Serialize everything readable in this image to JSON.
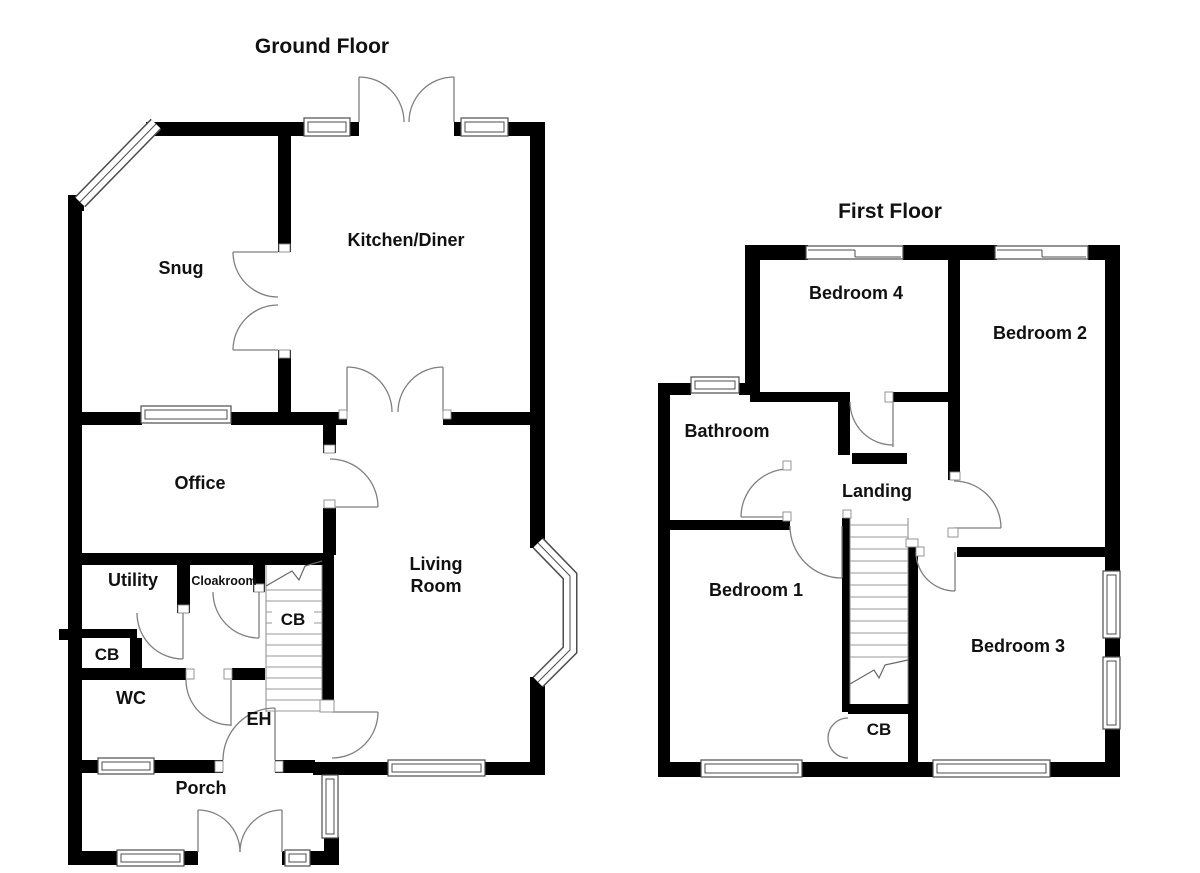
{
  "document": {
    "background_color": "#ffffff",
    "wall_color": "#000000",
    "door_line_color": "#7f7f7f",
    "window_line_color": "#4d4d4d"
  },
  "ground_floor": {
    "title": "Ground Floor",
    "rooms": {
      "snug": "Snug",
      "kitchen_diner": "Kitchen/Diner",
      "office": "Office",
      "living_room_line1": "Living",
      "living_room_line2": "Room",
      "utility": "Utility",
      "cloakroom": "Cloakroom",
      "cb_closet": "CB",
      "cb_stairs": "CB",
      "wc": "WC",
      "eh": "EH",
      "porch": "Porch"
    }
  },
  "first_floor": {
    "title": "First Floor",
    "rooms": {
      "bedroom4": "Bedroom 4",
      "bedroom2": "Bedroom 2",
      "bathroom": "Bathroom",
      "landing": "Landing",
      "bedroom1": "Bedroom 1",
      "bedroom3": "Bedroom 3",
      "cb": "CB"
    }
  }
}
